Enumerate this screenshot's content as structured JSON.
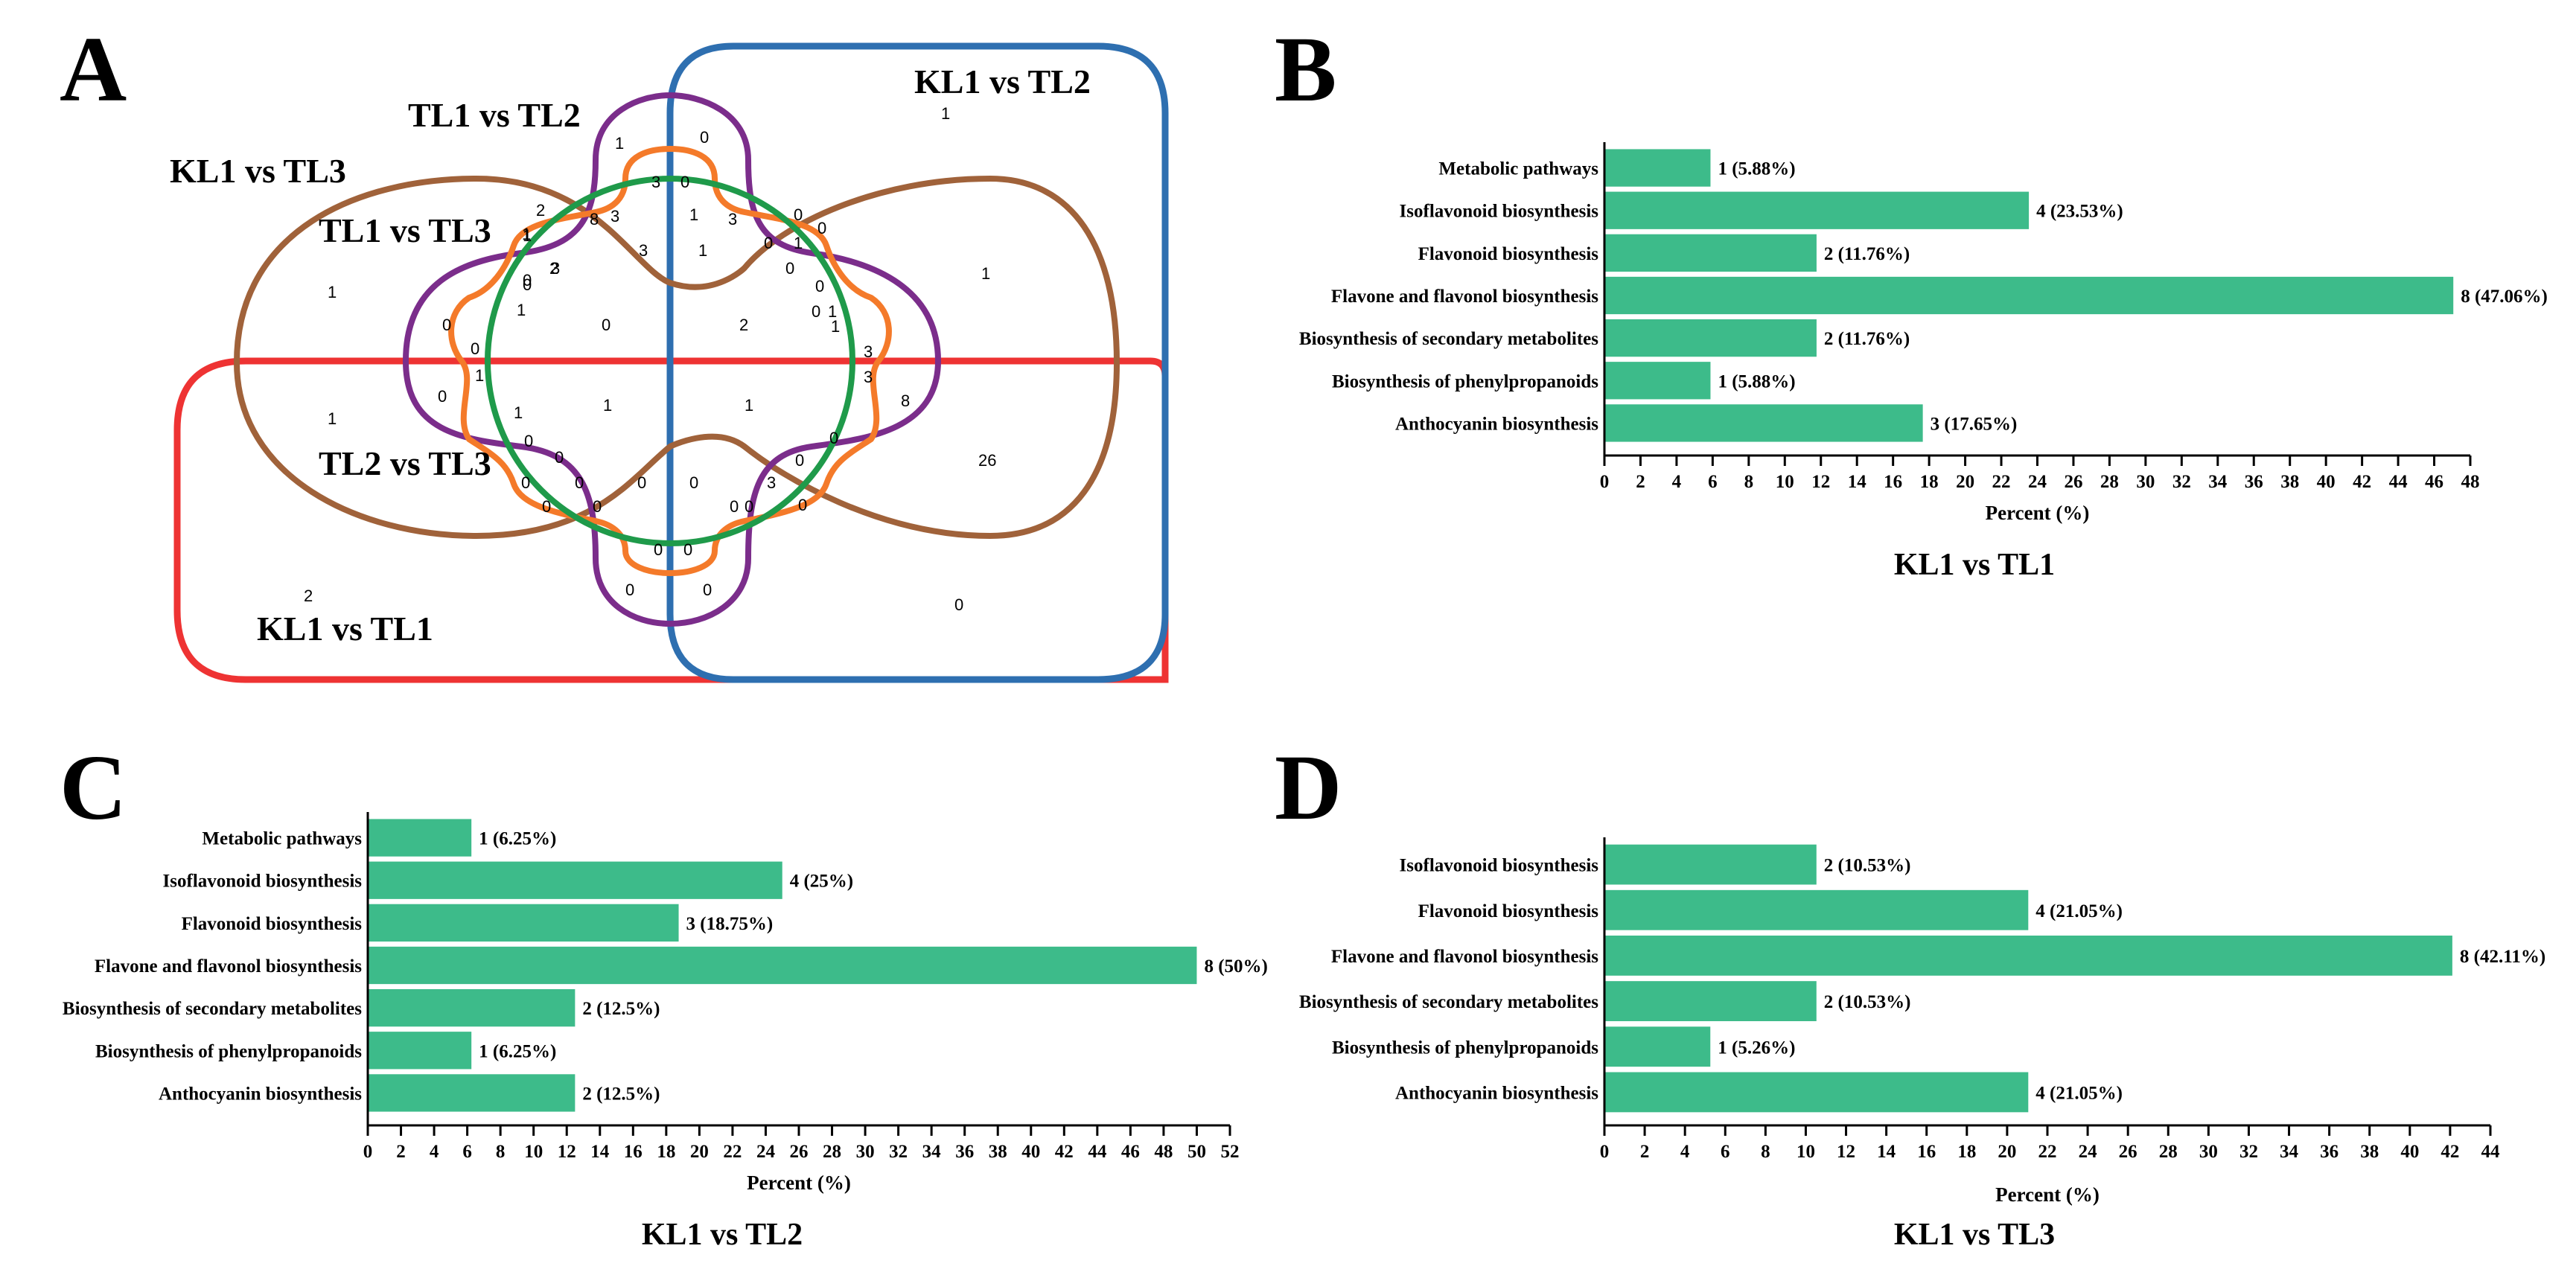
{
  "colors": {
    "bar": "#3dbb8a",
    "red": "#ee3333",
    "blue": "#2e6fb0",
    "brown": "#a0623a",
    "purple": "#7b2d8b",
    "orange": "#f47a2a",
    "green": "#1f9a4a"
  },
  "panel_letters": [
    "A",
    "B",
    "C",
    "D"
  ],
  "venn": {
    "set_labels": [
      "TL1 vs TL2",
      "KL1 vs TL2",
      "KL1 vs TL3",
      "TL1 vs TL3",
      "TL2 vs TL3",
      "KL1 vs TL1"
    ],
    "numbers": [
      "1",
      "1",
      "1",
      "1",
      "2",
      "0",
      "26",
      "0",
      "1",
      "0",
      "3",
      "0",
      "2",
      "8",
      "3",
      "3",
      "1",
      "3",
      "0",
      "1",
      "0",
      "2",
      "1",
      "0",
      "0",
      "1",
      "0",
      "0",
      "0",
      "1",
      "0",
      "2",
      "1",
      "1",
      "1",
      "1",
      "0",
      "1",
      "3",
      "3",
      "8",
      "1",
      "0",
      "3",
      "0",
      "1",
      "0",
      "0",
      "0",
      "0",
      "0",
      "0",
      "0",
      "0",
      "0",
      "0",
      "0",
      "0",
      "3",
      "0",
      "0",
      "0",
      "0",
      "0"
    ]
  },
  "chart_data": [
    {
      "type": "bar",
      "orientation": "horizontal",
      "title": "KL1 vs TL1",
      "xlabel": "Percent (%)",
      "categories": [
        "Metabolic pathways",
        "Isoflavonoid biosynthesis",
        "Flavonoid biosynthesis",
        "Flavone and flavonol biosynthesis",
        "Biosynthesis of secondary metabolites",
        "Biosynthesis of phenylpropanoids",
        "Anthocyanin biosynthesis"
      ],
      "values": [
        5.88,
        23.53,
        11.76,
        47.06,
        11.76,
        5.88,
        17.65
      ],
      "value_labels": [
        "1 (5.88%)",
        "4 (23.53%)",
        "2 (11.76%)",
        "8 (47.06%)",
        "2 (11.76%)",
        "1 (5.88%)",
        "3 (17.65%)"
      ],
      "xlim": [
        0,
        48
      ],
      "xticks": [
        "0",
        "2",
        "4",
        "6",
        "8",
        "10",
        "12",
        "14",
        "16",
        "18",
        "20",
        "22",
        "24",
        "26",
        "28",
        "30",
        "32",
        "34",
        "36",
        "38",
        "40",
        "42",
        "44",
        "46",
        "48"
      ]
    },
    {
      "type": "bar",
      "orientation": "horizontal",
      "title": "KL1 vs TL2",
      "xlabel": "Percent (%)",
      "categories": [
        "Metabolic pathways",
        "Isoflavonoid biosynthesis",
        "Flavonoid biosynthesis",
        "Flavone and flavonol biosynthesis",
        "Biosynthesis of secondary metabolites",
        "Biosynthesis of phenylpropanoids",
        "Anthocyanin biosynthesis"
      ],
      "values": [
        6.25,
        25,
        18.75,
        50,
        12.5,
        6.25,
        12.5
      ],
      "value_labels": [
        "1 (6.25%)",
        "4 (25%)",
        "3 (18.75%)",
        "8 (50%)",
        "2 (12.5%)",
        "1 (6.25%)",
        "2 (12.5%)"
      ],
      "xlim": [
        0,
        52
      ],
      "xticks": [
        "0",
        "2",
        "4",
        "6",
        "8",
        "10",
        "12",
        "14",
        "16",
        "18",
        "20",
        "22",
        "24",
        "26",
        "28",
        "30",
        "32",
        "34",
        "36",
        "38",
        "40",
        "42",
        "44",
        "46",
        "48",
        "50",
        "52"
      ]
    },
    {
      "type": "bar",
      "orientation": "horizontal",
      "title": "KL1 vs TL3",
      "xlabel": "Percent (%)",
      "categories": [
        "Isoflavonoid biosynthesis",
        "Flavonoid biosynthesis",
        "Flavone and flavonol biosynthesis",
        "Biosynthesis of secondary metabolites",
        "Biosynthesis of phenylpropanoids",
        "Anthocyanin biosynthesis"
      ],
      "values": [
        10.53,
        21.05,
        42.11,
        10.53,
        5.26,
        21.05
      ],
      "value_labels": [
        "2 (10.53%)",
        "4 (21.05%)",
        "8 (42.11%)",
        "2 (10.53%)",
        "1 (5.26%)",
        "4 (21.05%)"
      ],
      "xlim": [
        0,
        44
      ],
      "xticks": [
        "0",
        "2",
        "4",
        "6",
        "8",
        "10",
        "12",
        "14",
        "16",
        "18",
        "20",
        "22",
        "24",
        "26",
        "28",
        "30",
        "32",
        "34",
        "36",
        "38",
        "40",
        "42",
        "44"
      ]
    }
  ]
}
